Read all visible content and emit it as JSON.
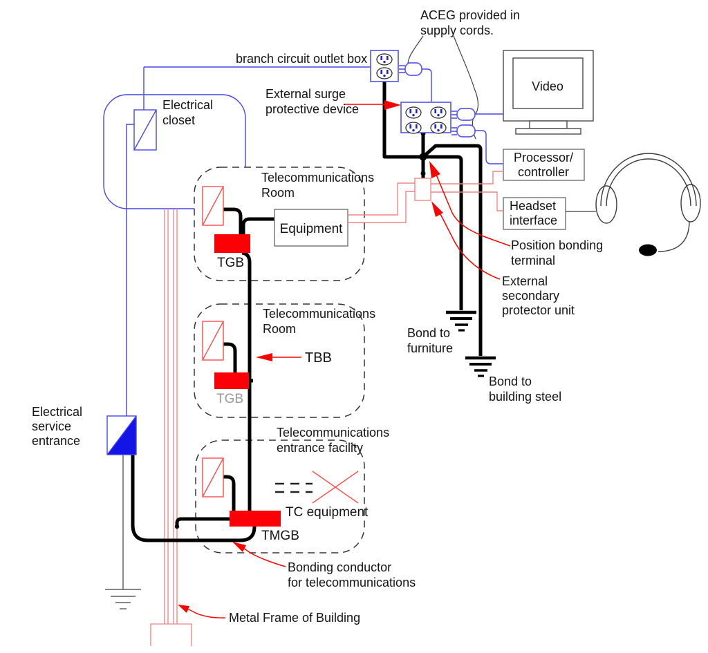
{
  "diagram_title": "Telecommunications bonding and grounding infrastructure diagram",
  "labels": {
    "aceg": [
      "ACEG provided in",
      "supply cords."
    ],
    "branch_outlet": "branch circuit outlet box",
    "surge": [
      "External surge",
      "protective device"
    ],
    "video": "Video",
    "processor": [
      "Processor/",
      "controller"
    ],
    "headset_interface": [
      "Headset",
      "interface"
    ],
    "position_bonding": [
      "Position bonding",
      "terminal"
    ],
    "secondary_protector": [
      "External",
      "secondary",
      "protector unit"
    ],
    "bond_furniture": [
      "Bond to",
      "furniture"
    ],
    "bond_steel": [
      "Bond to",
      "building steel"
    ],
    "electrical_closet": [
      "Electrical",
      "closet"
    ],
    "room1": [
      "Telecommunications",
      "Room"
    ],
    "equipment": "Equipment",
    "tgb1": "TGB",
    "room2": [
      "Telecommunications",
      "Room"
    ],
    "tbb": "TBB",
    "tgb2": "TGB",
    "entrance_facility": [
      "Telecommunications",
      "entrance facility"
    ],
    "tc_equipment": "TC equipment",
    "tmgb": "TMGB",
    "bonding_conductor": [
      "Bonding conductor",
      "for telecommunications"
    ],
    "metal_frame": "Metal Frame of Building",
    "service_entrance": [
      "Electrical",
      "service",
      "entrance"
    ]
  },
  "colors": {
    "electrical_blue": "#4545ee",
    "outlet_blue": "#5b5bf0",
    "fill_blue": "#1414e6",
    "conductor_black": "#000000",
    "bus_red": "#fb0006",
    "arrow_red": "#f80400",
    "wire_red": "#f48484",
    "symbol_red": "#fb4d4d",
    "frame_red": "#ef8080",
    "box_gray": "#7a7a7a"
  }
}
